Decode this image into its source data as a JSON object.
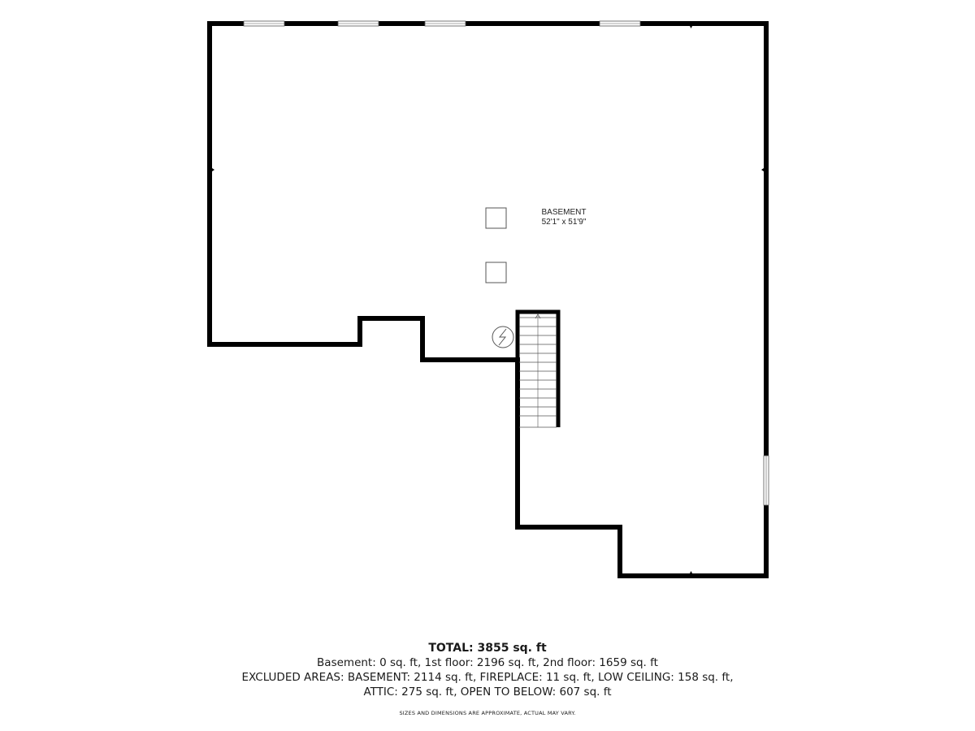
{
  "room": {
    "name": "BASEMENT",
    "dimensions": "52'1\" x 51'9\""
  },
  "summary": {
    "total": "TOTAL: 3855 sq. ft",
    "floors": "Basement: 0 sq. ft, 1st floor: 2196 sq. ft, 2nd floor: 1659 sq. ft",
    "excluded_1": "EXCLUDED AREAS: BASEMENT: 2114 sq. ft, FIREPLACE: 11 sq. ft, LOW CEILING: 158 sq. ft,",
    "excluded_2": "ATTIC: 275 sq. ft, OPEN TO BELOW: 607 sq. ft",
    "disclaimer": "SIZES AND DIMENSIONS ARE APPROXIMATE, ACTUAL MAY VARY."
  },
  "colors": {
    "wall": "#000000",
    "fixture_stroke": "#555555",
    "background": "#ffffff"
  },
  "icons": {
    "utility": "water-heater-icon",
    "stairs_direction": "up-arrow-icon"
  }
}
